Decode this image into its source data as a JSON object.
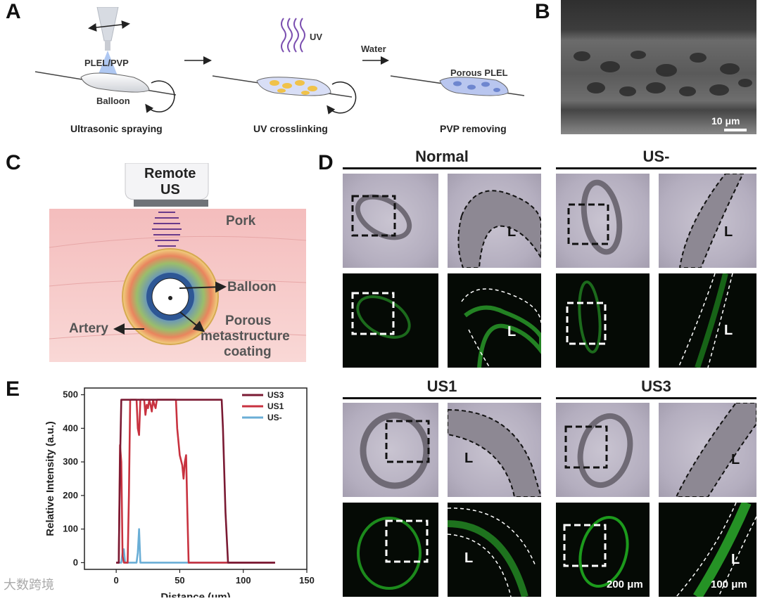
{
  "panels": {
    "a": "A",
    "b": "B",
    "c": "C",
    "d": "D",
    "e": "E"
  },
  "panel_a": {
    "step1_label": "Ultrasonic spraying",
    "step2_label": "UV crosslinking",
    "step3_label": "PVP removing",
    "plel_pvp": "PLEL/PVP",
    "balloon": "Balloon",
    "uv": "UV",
    "water": "Water",
    "porous_plel": "Porous PLEL"
  },
  "panel_b": {
    "scale_bar": "10 μm"
  },
  "panel_c": {
    "remote_us_line1": "Remote",
    "remote_us_line2": "US",
    "pork": "Pork",
    "balloon": "Balloon",
    "artery": "Artery",
    "coating_line1": "Porous",
    "coating_line2": "metastructure",
    "coating_line3": "coating"
  },
  "panel_d": {
    "groups": [
      "Normal",
      "US-",
      "US1",
      "US3"
    ],
    "lumen": "L",
    "scale_200": "200 μm",
    "scale_100": "100 μm"
  },
  "watermark": "大数跨境",
  "chart_data": {
    "type": "line",
    "xlabel": "Distance (μm)",
    "ylabel": "Relative Intensity (a.u.)",
    "xlim": [
      -25,
      150
    ],
    "ylim": [
      -20,
      520
    ],
    "xticks": [
      0,
      50,
      100,
      150
    ],
    "yticks": [
      0,
      100,
      200,
      300,
      400,
      500
    ],
    "legend_position": "top-right",
    "series": [
      {
        "name": "US3",
        "color": "#7a1a33",
        "x": [
          0,
          2,
          3,
          4,
          83,
          84,
          86,
          88,
          125
        ],
        "y": [
          0,
          0,
          300,
          485,
          485,
          400,
          150,
          0,
          0
        ]
      },
      {
        "name": "US1",
        "color": "#c8323f",
        "x": [
          0,
          2,
          3,
          4,
          5,
          6,
          9,
          10,
          11,
          12,
          16,
          17,
          18,
          19,
          20,
          22,
          23,
          24,
          25,
          26,
          27,
          28,
          29,
          30,
          31,
          32,
          33,
          47,
          48,
          50,
          52,
          53,
          54,
          55,
          56,
          57,
          125
        ],
        "y": [
          0,
          0,
          350,
          300,
          20,
          0,
          0,
          200,
          485,
          485,
          485,
          400,
          380,
          485,
          485,
          485,
          440,
          470,
          460,
          485,
          470,
          450,
          485,
          470,
          460,
          485,
          485,
          485,
          400,
          320,
          290,
          250,
          300,
          320,
          150,
          0,
          0
        ]
      },
      {
        "name": "US-",
        "color": "#6aaed6",
        "x": [
          0,
          4,
          5,
          6,
          7,
          16,
          17,
          18,
          19,
          125
        ],
        "y": [
          0,
          0,
          30,
          40,
          0,
          0,
          30,
          100,
          0,
          0
        ]
      }
    ]
  }
}
